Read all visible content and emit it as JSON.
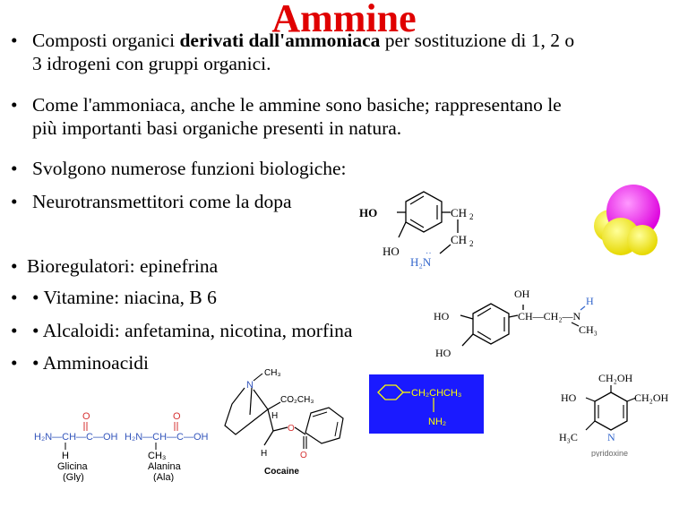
{
  "slide": {
    "title": "Ammine",
    "bullets": [
      {
        "pre": "Composti organici ",
        "bold": "derivati dall'ammoniaca",
        "post": " per sostituzione di 1, 2 o",
        "line2": "3 idrogeni con gruppi organici."
      },
      {
        "pre": "Come l'ammoniaca, anche le ammine sono basiche;  rappresentano le",
        "line2": "più importanti basi organiche presenti in natura."
      },
      {
        "pre": "Svolgono numerose funzioni biologiche:"
      },
      {
        "pre": "Neurotransmettitori come la  dopa"
      },
      {
        "pre": "Bioregulatori:  epinefrina"
      },
      {
        "pre": "•  Vitamine:  niacina, B 6"
      },
      {
        "pre": "•  Alcaloidi:  anfetamina, nicotina, morfina"
      },
      {
        "pre": "•  Amminoacidi"
      }
    ],
    "bullet_char": "•"
  },
  "structures": {
    "dopamine": {
      "ho1": "HO",
      "ho2": "HO",
      "ch2a": "CH",
      "ch2b": "CH",
      "sub2": "2",
      "nh2": "H₂N",
      "ndot": "··"
    },
    "epinephrine": {
      "oh": "OH",
      "ho1": "HO",
      "ho2": "HO",
      "chain": "CH—CH₂—N",
      "h": "H",
      "ch3": "CH₃"
    },
    "glycine": {
      "o": "O",
      "chain": "H₂N—CH—C—OH",
      "h": "H",
      "name": "Glicina",
      "abbr": "(Gly)"
    },
    "alanine": {
      "o": "O",
      "chain": "H₂N—CH—C—OH",
      "ch3": "CH₃",
      "name": "Alanina",
      "abbr": "(Ala)"
    },
    "cocaine": {
      "ch3": "CH₃",
      "n": "N",
      "co2ch3": "CO₂CH₃",
      "h1": "H",
      "h2": "H",
      "o1": "O",
      "o2": "O",
      "name": "Cocaine"
    },
    "amphetamine": {
      "chain": "CH₂CHCH₃",
      "nh2": "NH₂",
      "bg": "#1a1aff",
      "fg": "#ffff00"
    },
    "pyridoxine": {
      "ch2oh1": "CH₂OH",
      "ho": "HO",
      "ch2oh2": "CH₂OH",
      "h3c": "H₃C",
      "n": "N",
      "name": "pyridoxine"
    }
  },
  "colors": {
    "title": "#e00000",
    "nh3_n": "#ee33ee",
    "nh3_h": "#ffee11",
    "blue_box": "#1a1aff"
  }
}
